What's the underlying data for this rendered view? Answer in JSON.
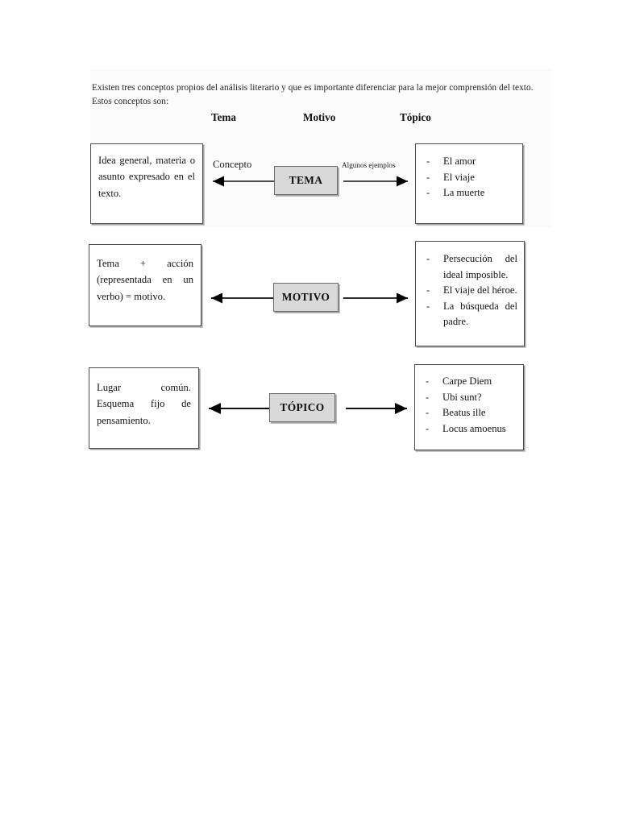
{
  "document": {
    "intro_paragraph": "Existen tres conceptos propios del análisis literario y que es importante diferenciar para la mejor comprensión del texto. Estos conceptos son:"
  },
  "captions": {
    "col1": "Tema",
    "col2": "Motivo",
    "col3": "Tópico"
  },
  "edge_labels": {
    "left": "Concepto",
    "right": "Algunos ejemplos"
  },
  "colors": {
    "chip_fill": "#d9d9d9",
    "chip_border": "#6b6b6b",
    "box_border": "#4c4c4c",
    "page_background": "#ffffff",
    "text": "#141414"
  },
  "rows": [
    {
      "id": "tema",
      "chip_label": "TEMA",
      "definition": "Idea general, materia o asunto expresado en el texto.",
      "examples": [
        "El amor",
        "El viaje",
        "La muerte"
      ]
    },
    {
      "id": "motivo",
      "chip_label": "MOTIVO",
      "definition": "Tema + acción (representada en un verbo) = motivo.",
      "examples": [
        "Persecución del ideal imposible.",
        "El viaje del héroe.",
        "La búsqueda del padre."
      ]
    },
    {
      "id": "topico",
      "chip_label": "TÓPICO",
      "definition": "Lugar común. Esquema fijo de pensamiento.",
      "examples": [
        "Carpe Diem",
        "Ubi sunt?",
        "Beatus ille",
        "Locus amoenus"
      ]
    }
  ]
}
